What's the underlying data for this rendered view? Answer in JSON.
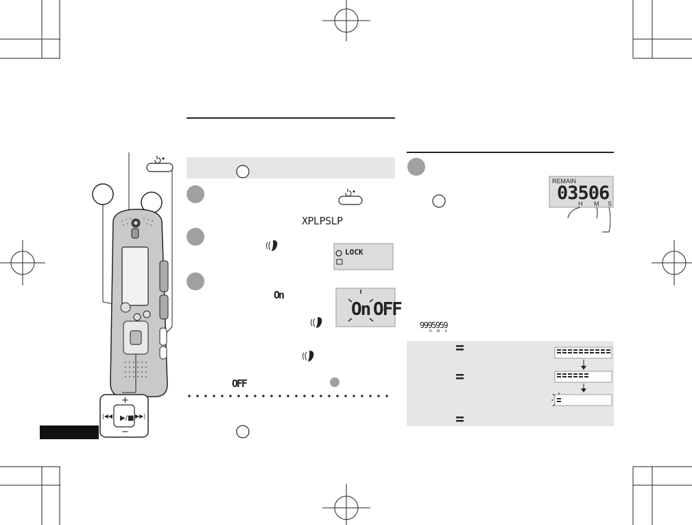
{
  "colors": {
    "rule": "#222222",
    "shade": "#e6e6e6",
    "step_circle": "#a0a0a0",
    "lcd_bg": "#dcdcdc",
    "lcd_ink": "#1a1a1a",
    "tab": "#111111"
  },
  "icons": {
    "power_button": "power-hold-icon",
    "hold_wave": "hold-wave-icon",
    "registration": "registration-mark-icon"
  },
  "ui": {
    "mode_code": "XPLPSLP",
    "lock_display": "LOCK",
    "on_display": "On",
    "off_display": "OFF",
    "off_note": "OFF",
    "remain_label": "REMAIN",
    "remain_digits": "03506",
    "hms_h": "H",
    "hms_m": "M",
    "hms_s": "S",
    "max_time": "9995959",
    "max_time_hms": "H M S"
  }
}
